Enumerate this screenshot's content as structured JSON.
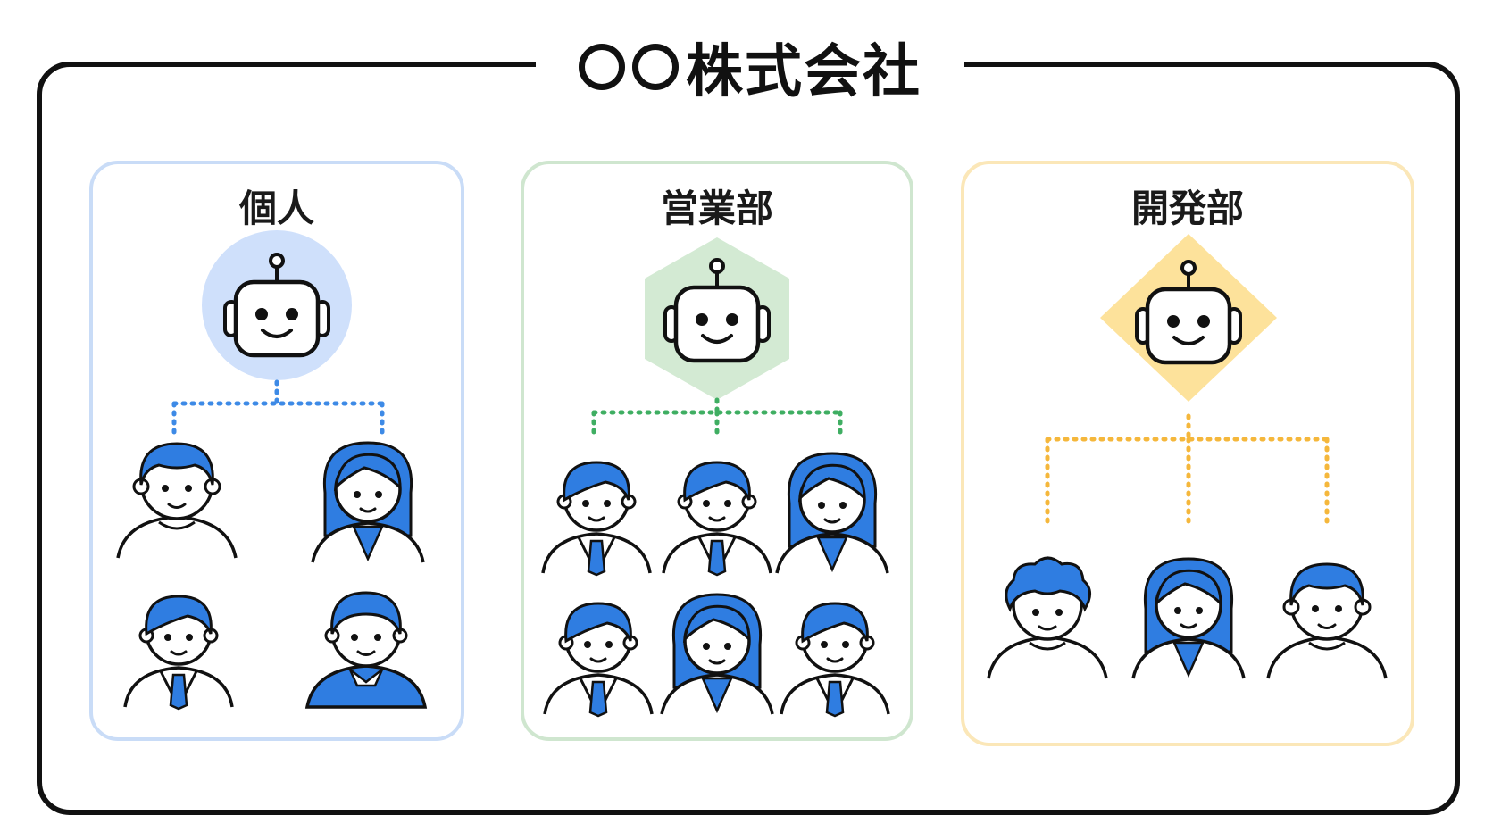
{
  "company": {
    "title": "株式会社",
    "marks": "〇〇"
  },
  "colors": {
    "frame": "#111111",
    "person_blue": "#2f7de1",
    "individual_border": "#c9dcf7",
    "individual_badge": "#cfe0fb",
    "individual_line": "#3d8ae6",
    "sales_border": "#cfe6cf",
    "sales_badge": "#d3ead3",
    "sales_line": "#3fae62",
    "dev_border": "#fbe7b8",
    "dev_badge": "#fde29b",
    "dev_line": "#f5b73b"
  },
  "groups": [
    {
      "id": "individual",
      "label": "個人",
      "badge_shape": "circle",
      "people": 4
    },
    {
      "id": "sales",
      "label": "営業部",
      "badge_shape": "hexagon",
      "people": 6
    },
    {
      "id": "dev",
      "label": "開発部",
      "badge_shape": "diamond",
      "people": 3
    }
  ],
  "icons": {
    "robot": "robot-icon",
    "person": "person-icon"
  }
}
